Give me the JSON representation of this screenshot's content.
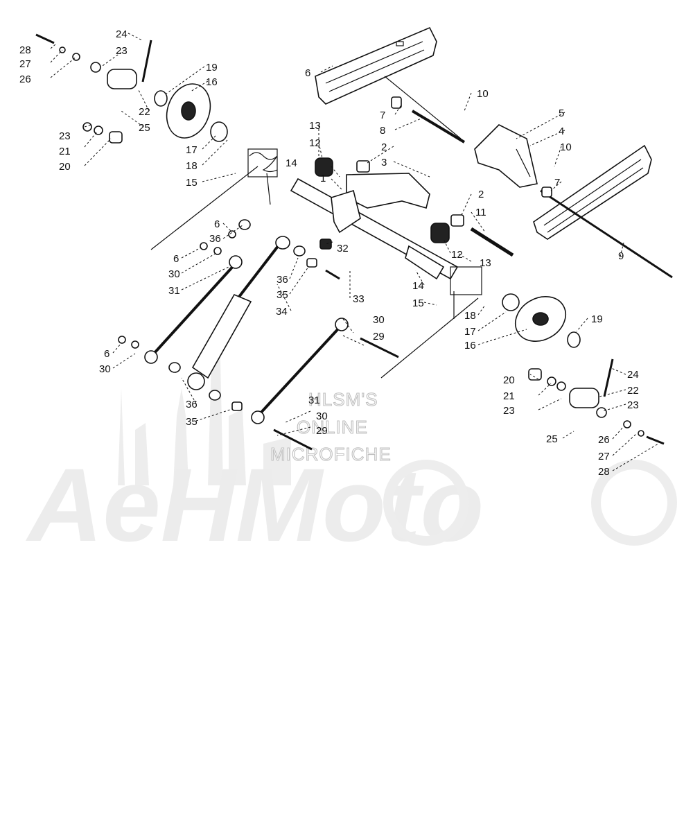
{
  "watermark": {
    "line1": "HLSM'S",
    "line2": "ONLINE",
    "line3": "MICROFICHE",
    "brand": "AeHMoto"
  },
  "callouts": {
    "c1": "1",
    "c2a": "2",
    "c2b": "2",
    "c3": "3",
    "c4": "4",
    "c5": "5",
    "c6a": "6",
    "c6b": "6",
    "c6c": "6",
    "c6d": "6",
    "c7a": "7",
    "c7b": "7",
    "c8": "8",
    "c9": "9",
    "c10a": "10",
    "c10b": "10",
    "c11": "11",
    "c12a": "12",
    "c12b": "12",
    "c13a": "13",
    "c13b": "13",
    "c14a": "14",
    "c14b": "14",
    "c15a": "15",
    "c15b": "15",
    "c16a": "16",
    "c16b": "16",
    "c17a": "17",
    "c17b": "17",
    "c18a": "18",
    "c18b": "18",
    "c19a": "19",
    "c19b": "19",
    "c20a": "20",
    "c20b": "20",
    "c21a": "21",
    "c21b": "21",
    "c22a": "22",
    "c22b": "22",
    "c23a": "23",
    "c23b": "23",
    "c23c": "23",
    "c23d": "23",
    "c24a": "24",
    "c24b": "24",
    "c25a": "25",
    "c25b": "25",
    "c26a": "26",
    "c26b": "26",
    "c27a": "27",
    "c27b": "27",
    "c28a": "28",
    "c28b": "28",
    "c29a": "29",
    "c29b": "29",
    "c30a": "30",
    "c30b": "30",
    "c30c": "30",
    "c30d": "30",
    "c31a": "31",
    "c31b": "31",
    "c32": "32",
    "c33": "33",
    "c34": "34",
    "c35a": "35",
    "c35b": "35",
    "c36a": "36",
    "c36b": "36",
    "c36c": "36"
  }
}
